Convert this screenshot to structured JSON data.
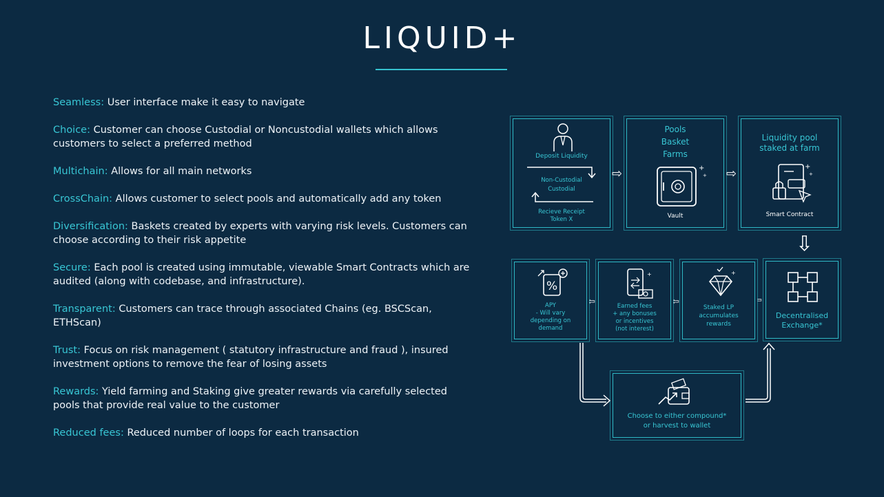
{
  "title": "LIQUID+",
  "features": [
    {
      "key": "Seamless:",
      "text": " User interface make it easy to navigate"
    },
    {
      "key": "Choice:",
      "text": " Customer can choose Custodial or Noncustodial wallets which allows customers to select a preferred method"
    },
    {
      "key": "Multichain:",
      "text": " Allows for all main networks"
    },
    {
      "key": "CrossChain:",
      "text": " Allows customer to select pools and automatically add any token"
    },
    {
      "key": "Diversification:",
      "text": "  Baskets created by experts with varying risk levels. Customers can choose according to their risk appetite"
    },
    {
      "key": "Secure:",
      "text": " Each pool is created using immutable, viewable Smart Contracts which are audited (along with codebase, and infrastructure)."
    },
    {
      "key": "Transparent:",
      "text": " Customers can trace through associated Chains (eg. BSCScan, ETHScan)"
    },
    {
      "key": "Trust:",
      "text": "  Focus on risk management ( statutory infrastructure and fraud ), insured investment options to remove the fear of losing assets"
    },
    {
      "key": "Rewards:",
      "text": " Yield farming and Staking give greater rewards via carefully selected pools that provide real value to the customer"
    },
    {
      "key": "Reduced fees:",
      "text": " Reduced number of loops for each transaction"
    }
  ],
  "diagram": {
    "deposit": {
      "title": "Deposit Liquidity",
      "line1": "Non-Custodial",
      "line2": "Custodial",
      "receipt1": "Recieve Receipt",
      "receipt2": "Token X"
    },
    "pools": {
      "line1": "Pools",
      "line2": "Basket",
      "line3": "Farms",
      "caption": "Vault"
    },
    "staked": {
      "line1": "Liquidity pool",
      "line2": "staked at farm",
      "caption": "Smart Contract"
    },
    "dex": {
      "line1": "Decentralised",
      "line2": "Exchange*"
    },
    "stakedlp": {
      "line1": "Staked LP",
      "line2": "accumulates",
      "line3": "rewards"
    },
    "fees": {
      "line1": "Earned fees",
      "line2": "+ any bonuses",
      "line3": "or incentives",
      "line4": "(not interest)"
    },
    "apy": {
      "line1": "APY",
      "line2": "- Will vary",
      "line3": "depending on",
      "line4": "demand"
    },
    "compound": {
      "line1": "Choose to either compound*",
      "line2": "or harvest to wallet"
    }
  },
  "colors": {
    "background": "#0c2a42",
    "accent": "#38c6d4",
    "border": "#2fb9c6",
    "text": "#ffffff"
  }
}
